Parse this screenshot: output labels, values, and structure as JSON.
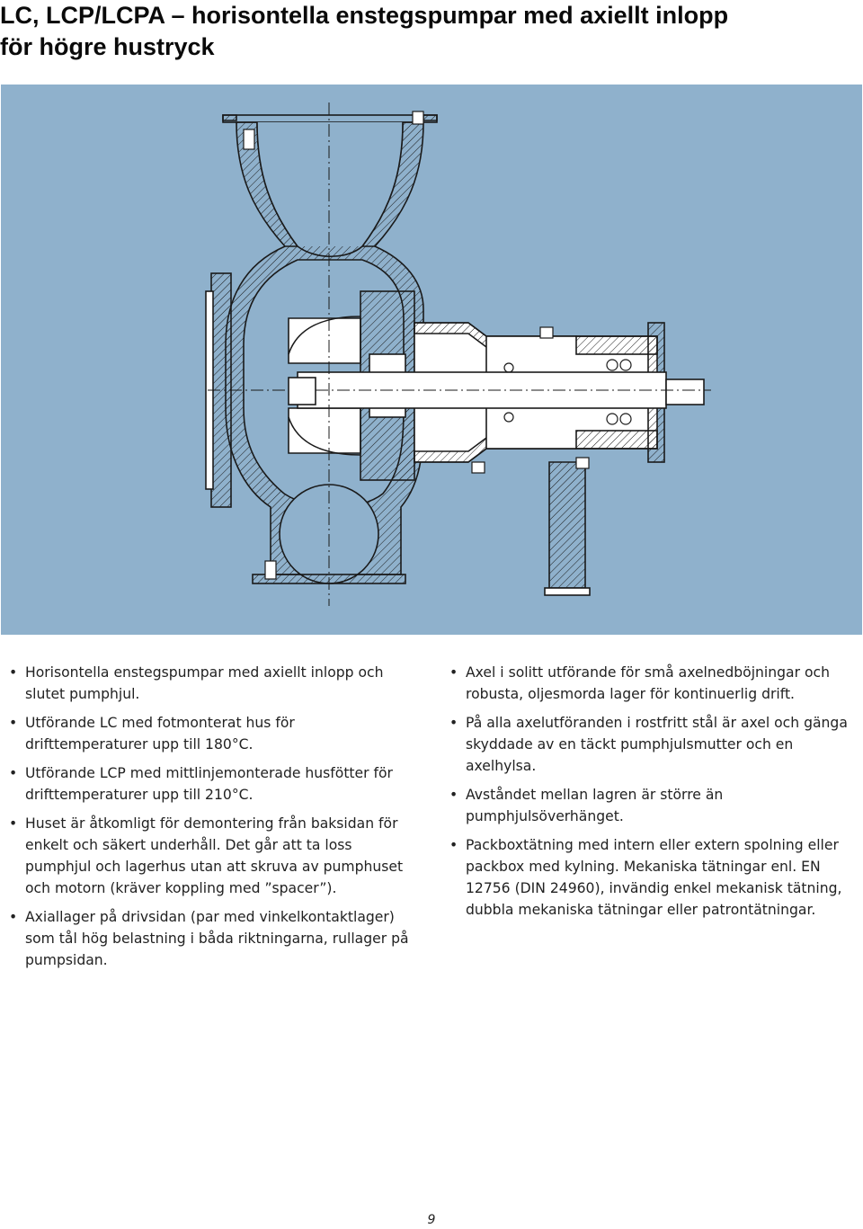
{
  "page": {
    "title_line1": "LC, LCP/LCPA – horisontella enstegspumpar med axiellt inlopp",
    "title_line2": "för högre hustryck",
    "page_number": "9"
  },
  "figure": {
    "description_icon": "pump-cross-section-drawing",
    "background_color": "#8fb1cc"
  },
  "left_bullets": [
    "Horisontella enstegspumpar med axiellt inlopp och slutet pumphjul.",
    "Utförande LC med fotmonterat hus för drifttemperaturer upp till 180°C.",
    "Utförande LCP med mittlinjemonterade husfötter för drifttemperaturer upp till 210°C.",
    "Huset är åtkomligt för demontering från baksidan för enkelt och säkert underhåll. Det går att ta loss pumphjul och lagerhus utan att skruva av pumphuset och motorn (kräver koppling med ”spacer”).",
    "Axiallager på drivsidan (par med vinkelkontaktlager) som tål hög belastning i båda riktningarna, rullager på pumpsidan."
  ],
  "right_bullets": [
    "Axel i solitt utförande för små axelnedböjningar och robusta, oljesmorda lager för kontinuerlig drift.",
    "På alla axelutföranden i rostfritt stål är axel och gänga skyddade av en täckt pumphjulsmutter och en axelhylsa.",
    "Avståndet mellan lagren är större än pumphjulsöverhänget.",
    "Packboxtätning med intern eller extern spolning eller packbox med kylning. Mekaniska tätningar enl. EN 12756 (DIN 24960), invändig enkel mekanisk tätning, dubbla mekaniska tätningar eller patrontätningar."
  ]
}
